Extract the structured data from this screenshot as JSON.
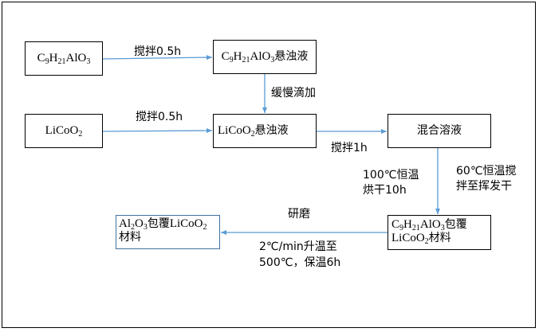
{
  "diagram": {
    "type": "process-flowchart",
    "arrow_color": "#5b9bd5",
    "final_box_border_color": "#41719c",
    "nodes": {
      "n1": {
        "parts": [
          [
            "C",
            ""
          ],
          [
            "9",
            "sub"
          ],
          [
            "H",
            ""
          ],
          [
            "21",
            "sub"
          ],
          [
            "AlO",
            ""
          ],
          [
            "3",
            "sub"
          ]
        ]
      },
      "n2": {
        "parts": [
          [
            "C",
            ""
          ],
          [
            "9",
            "sub"
          ],
          [
            "H",
            ""
          ],
          [
            "21",
            "sub"
          ],
          [
            "AlO",
            ""
          ],
          [
            "3",
            "sub"
          ],
          [
            "悬浊液",
            "cjk"
          ]
        ]
      },
      "n3": {
        "parts": [
          [
            "LiCoO",
            ""
          ],
          [
            "2",
            "sub"
          ]
        ]
      },
      "n4": {
        "parts": [
          [
            "LiCoO",
            ""
          ],
          [
            "2",
            "sub"
          ],
          [
            "悬浊液",
            "cjk"
          ]
        ]
      },
      "n5": {
        "parts": [
          [
            "混合溶液",
            "cjk"
          ]
        ]
      },
      "n6": {
        "line1": [
          [
            "C",
            ""
          ],
          [
            "9",
            "sub"
          ],
          [
            "H",
            ""
          ],
          [
            "21",
            "sub"
          ],
          [
            "AlO",
            ""
          ],
          [
            "3",
            "sub"
          ],
          [
            "包覆",
            "cjk"
          ]
        ],
        "line2": [
          [
            "LiCoO",
            ""
          ],
          [
            "2",
            "sub"
          ],
          [
            "材料",
            "cjk"
          ]
        ]
      },
      "n7": {
        "line1": [
          [
            "Al",
            ""
          ],
          [
            "2",
            "sub"
          ],
          [
            "O",
            ""
          ],
          [
            "3",
            "sub"
          ],
          [
            "包覆",
            "cjk"
          ],
          [
            "LiCoO",
            ""
          ],
          [
            "2",
            "sub"
          ]
        ],
        "line2": [
          [
            "材料",
            "cjk"
          ]
        ]
      }
    },
    "edges": {
      "e1": {
        "from": "n1",
        "to": "n2",
        "label": "搅拌0.5h"
      },
      "e2": {
        "from": "n2",
        "to": "n4",
        "label": "缓慢滴加"
      },
      "e3": {
        "from": "n3",
        "to": "n4",
        "label": "搅拌0.5h"
      },
      "e4": {
        "from": "n4",
        "to": "n5",
        "label": "搅拌1h"
      },
      "e5": {
        "from": "n5",
        "to": "n6",
        "label_left_1": "100℃恒温",
        "label_left_2": "烘干10h",
        "label_right_1": "60℃恒温搅",
        "label_right_2": "拌至挥发干"
      },
      "e6": {
        "from": "n6",
        "to": "n7",
        "label_top": "研磨",
        "label_bottom_1": "2℃/min升温至",
        "label_bottom_2": "500℃，保温6h"
      }
    }
  }
}
